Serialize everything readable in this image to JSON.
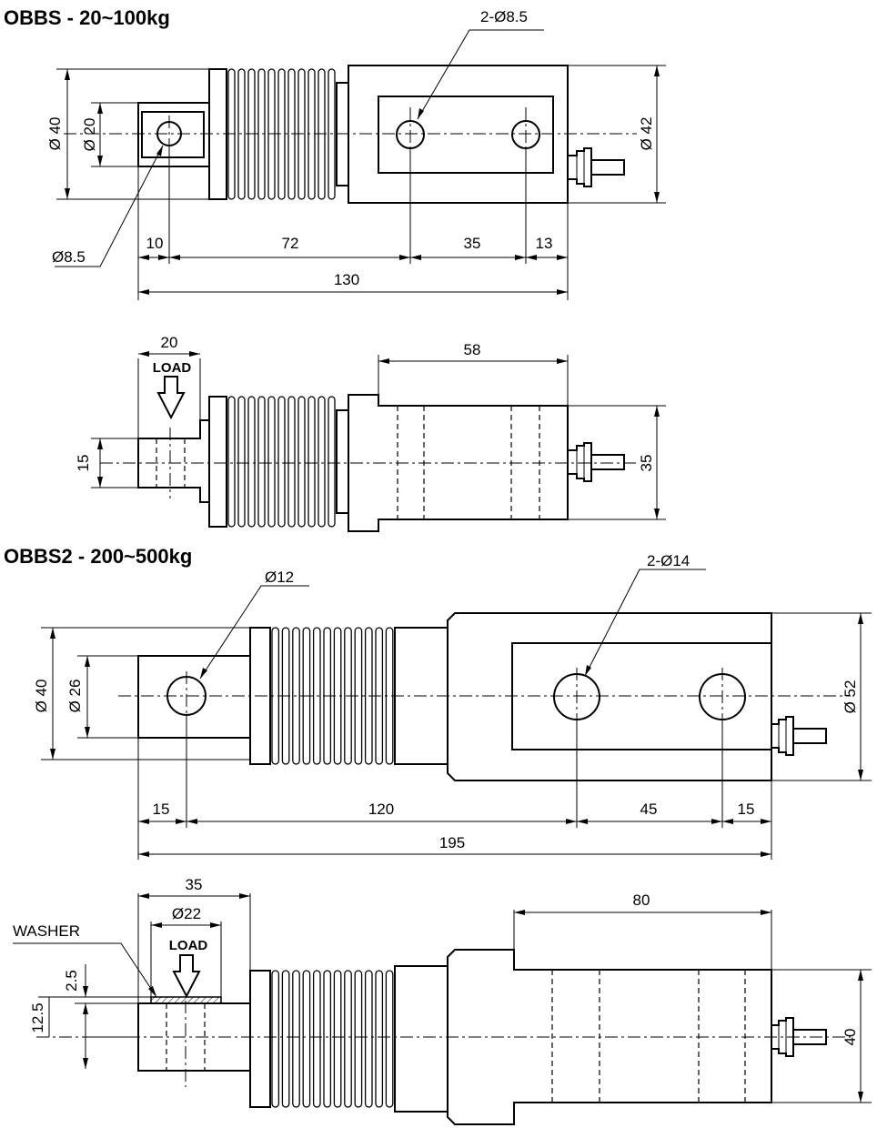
{
  "titles": {
    "obbs": "OBBS - 20~100kg",
    "obbs2": "OBBS2 - 200~500kg"
  },
  "obbs_top": {
    "hole_pair": "2-Ø8.5",
    "single_hole": "Ø8.5",
    "dia_body": "Ø 40",
    "dia_pin": "Ø 20",
    "dia_end": "Ø 42",
    "d10": "10",
    "d72": "72",
    "d35": "35",
    "d13": "13",
    "d130": "130"
  },
  "obbs_side": {
    "d20": "20",
    "load": "LOAD",
    "d58": "58",
    "d15": "15",
    "d35": "35"
  },
  "obbs2_top": {
    "dia_hole": "Ø12",
    "hole_pair": "2-Ø14",
    "dia_body": "Ø 40",
    "dia_pin": "Ø 26",
    "dia_end": "Ø 52",
    "d15a": "15",
    "d120": "120",
    "d45": "45",
    "d15b": "15",
    "d195": "195"
  },
  "obbs2_side": {
    "d35": "35",
    "dia_washer": "Ø22",
    "washer": "WASHER",
    "load": "LOAD",
    "d80": "80",
    "d25": "2.5",
    "d125": "12.5",
    "d40": "40"
  }
}
